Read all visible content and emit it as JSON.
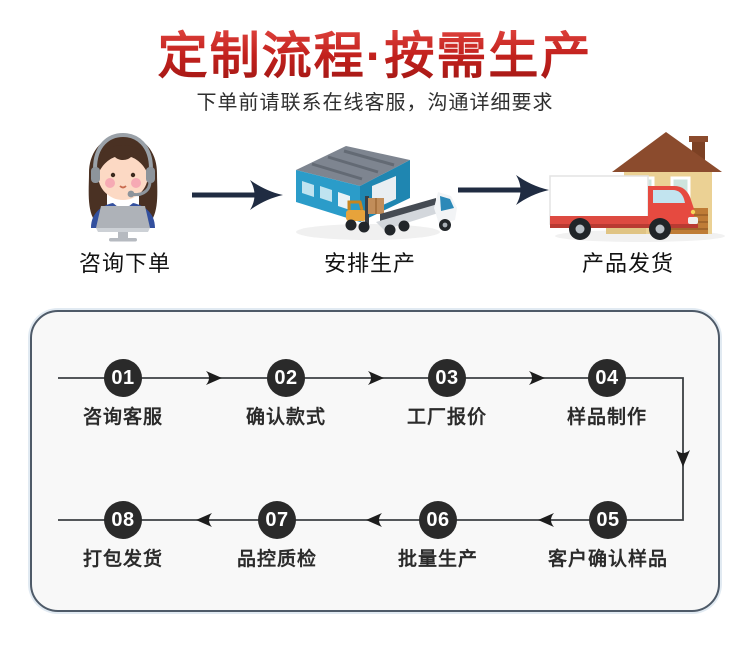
{
  "header": {
    "title": "定制流程·按需生产",
    "subtitle": "下单前请联系在线客服，沟通详细要求",
    "title_color_top": "#e9504a",
    "title_color_bottom": "#9d1613"
  },
  "process_overview": {
    "arrow_color": "#202c42",
    "stages": [
      {
        "label": "咨询下单",
        "icon": "customer-service-agent"
      },
      {
        "label": "安排生产",
        "icon": "factory-forklift-truck"
      },
      {
        "label": "产品发货",
        "icon": "delivery-truck-house"
      }
    ]
  },
  "flow": {
    "box_background": "#f8f8f8",
    "box_border_color": "#4e5a68",
    "circle_color": "#2a2a2a",
    "line_color": "#3c4043",
    "steps": [
      {
        "num": "01",
        "label": "咨询客服"
      },
      {
        "num": "02",
        "label": "确认款式"
      },
      {
        "num": "03",
        "label": "工厂报价"
      },
      {
        "num": "04",
        "label": "样品制作"
      },
      {
        "num": "05",
        "label": "客户确认样品"
      },
      {
        "num": "06",
        "label": "批量生产"
      },
      {
        "num": "07",
        "label": "品控质检"
      },
      {
        "num": "08",
        "label": "打包发货"
      }
    ]
  }
}
